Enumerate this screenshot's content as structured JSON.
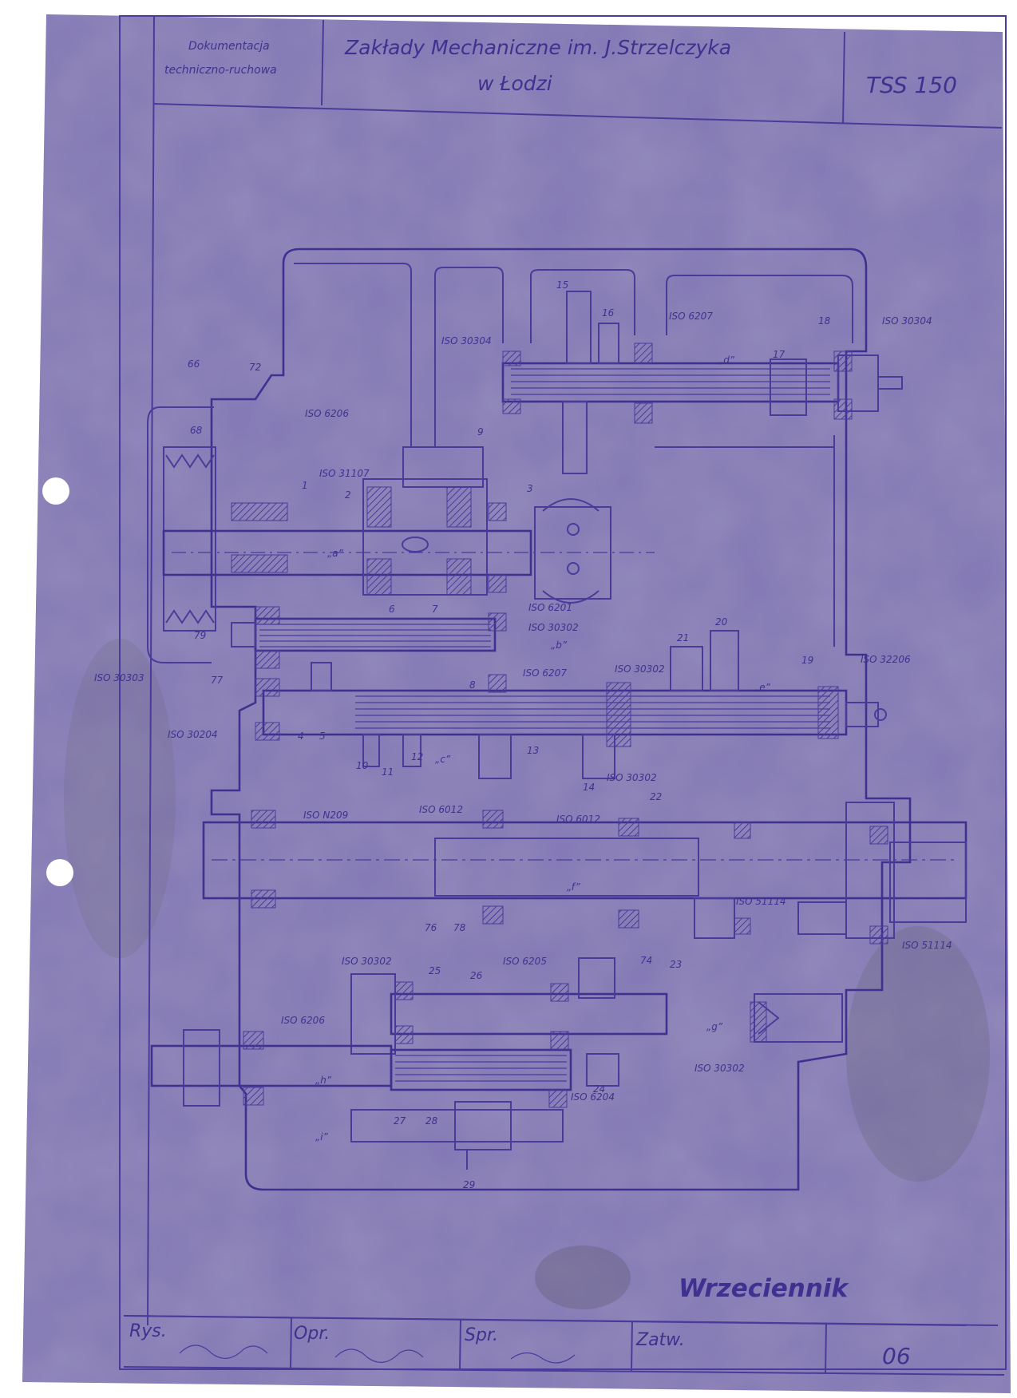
{
  "title_block": {
    "doc_type_line1": "Dokumentacja",
    "doc_type_line2": "techniczno-ruchowa",
    "company_line1": "Zakłady Mechaniczne im. J.Strzelczyka",
    "company_line2": "w Łodzi",
    "model": "TSS 150"
  },
  "drawing": {
    "name": "Wrzeciennik",
    "shaft_labels": [
      "„a”",
      "„b”",
      "„c”",
      "„d”",
      "„e”",
      "„f”",
      "„g”",
      "„h”",
      "„i”"
    ],
    "bearing_labels": [
      "ISO 6206",
      "ISO 31107",
      "ISO 30304",
      "ISO 6207",
      "ISO 30304",
      "ISO 6201",
      "ISO 30302",
      "ISO 6207",
      "ISO 30303",
      "ISO 30204",
      "ISO 30302",
      "ISO 32206",
      "ISO 30302",
      "ISO N209",
      "ISO 6012",
      "ISO 6012",
      "ISO 51114",
      "ISO 51114",
      "ISO 30302",
      "ISO 6205",
      "ISO 6206",
      "ISO 30302",
      "ISO 6204"
    ],
    "part_numbers": [
      "1",
      "2",
      "3",
      "4",
      "5",
      "6",
      "7",
      "8",
      "9",
      "10",
      "11",
      "12",
      "13",
      "14",
      "15",
      "16",
      "17",
      "18",
      "19",
      "20",
      "21",
      "22",
      "23",
      "24",
      "25",
      "26",
      "27",
      "28",
      "29",
      "66",
      "68",
      "72",
      "74",
      "76",
      "77",
      "78",
      "79"
    ]
  },
  "footer": {
    "rys_label": "Rys.",
    "opr_label": "Opr.",
    "spr_label": "Spr.",
    "zatw_label": "Zatw.",
    "sheet_number": "06"
  },
  "colors": {
    "paper": "#8277b5",
    "ink": "#4a3b9a",
    "stain": "#6e6a80"
  }
}
